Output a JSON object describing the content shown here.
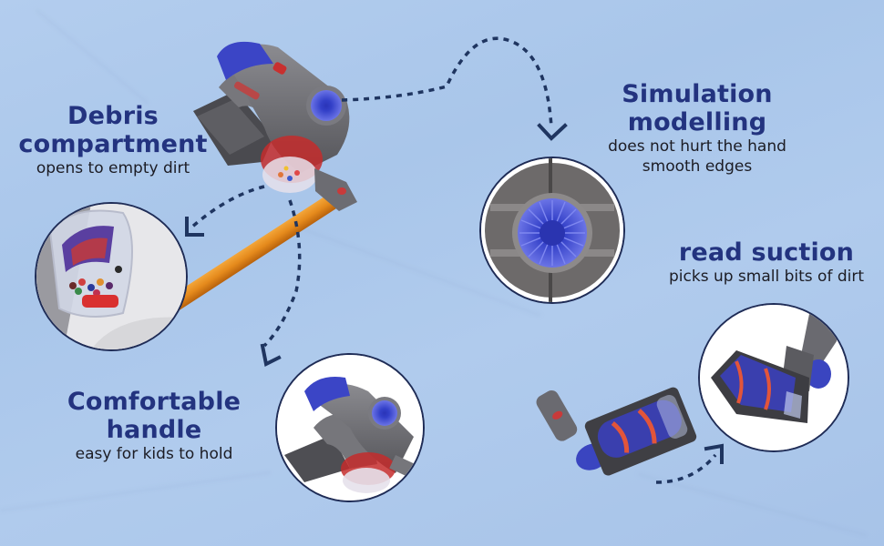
{
  "features": [
    {
      "id": "debris",
      "title_line1": "Debris",
      "title_line2": "compartment",
      "subtitle": "opens to empty dirt"
    },
    {
      "id": "simulation",
      "title_line1": "Simulation",
      "title_line2": "modelling",
      "subtitle_line1": "does not hurt the hand",
      "subtitle_line2": "smooth edges"
    },
    {
      "id": "suction",
      "title_line1": "read suction",
      "subtitle": "picks up small bits of dirt"
    },
    {
      "id": "handle",
      "title_line1": "Comfortable",
      "title_line2": "handle",
      "subtitle": "easy for kids to hold"
    }
  ],
  "colors": {
    "background": "#aec9ec",
    "title": "#23337f",
    "subtitle": "#1c1c24",
    "arrow": "#1f3560",
    "wand": "#e58a1c",
    "body_gray": "#6c6c70",
    "accent_blue": "#3c45c8",
    "accent_red": "#d52a2a"
  },
  "images": {
    "main_product": "toy cordless stick vacuum with orange wand",
    "detail_debris": "open transparent dust bin with colored beads",
    "detail_cyclone": "blue radial filter cap close-up",
    "detail_handle": "handheld unit close-up",
    "detail_brush": "floor brush head with blue roller and red stripes"
  }
}
